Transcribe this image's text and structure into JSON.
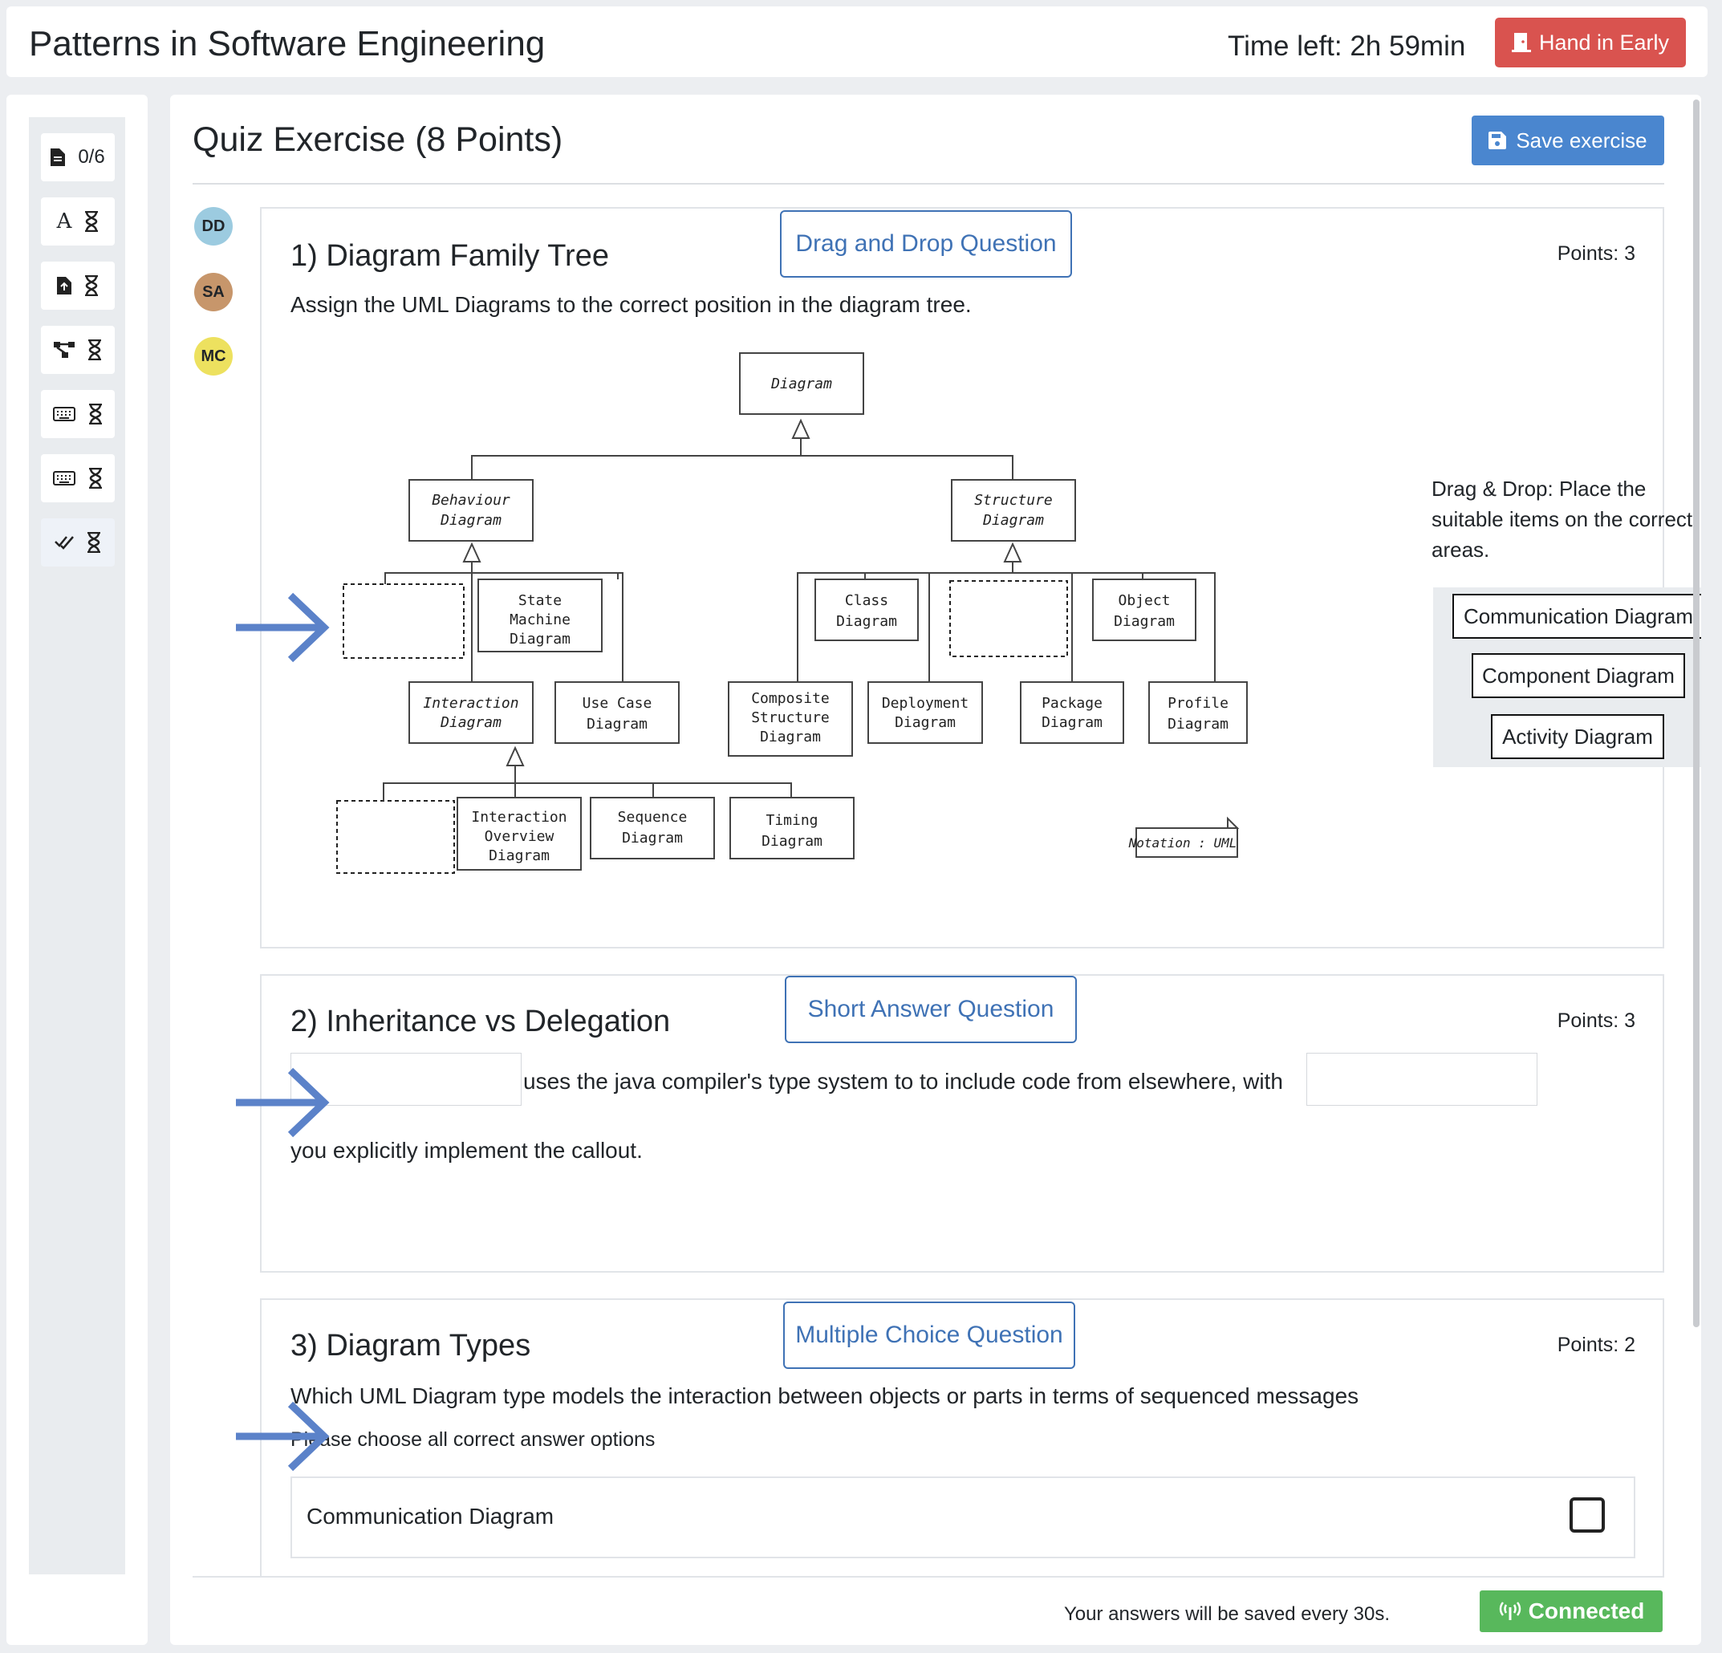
{
  "header": {
    "app_title": "Patterns in Software Engineering",
    "time_left": "Time left:  2h 59min",
    "hand_in_label": "Hand in Early"
  },
  "sidebar": {
    "progress": "0/6",
    "items": [
      {
        "icon": "font-icon",
        "status_icon": "hourglass-icon"
      },
      {
        "icon": "file-upload-icon",
        "status_icon": "hourglass-icon"
      },
      {
        "icon": "diagram-icon",
        "status_icon": "hourglass-icon"
      },
      {
        "icon": "keyboard-icon",
        "status_icon": "hourglass-icon"
      },
      {
        "icon": "keyboard-icon",
        "status_icon": "hourglass-icon"
      },
      {
        "icon": "check-double-icon",
        "status_icon": "hourglass-icon"
      }
    ],
    "collapse_label": "»"
  },
  "main": {
    "title": "Quiz Exercise (8 Points)",
    "save_label": "Save exercise",
    "avatars": [
      {
        "initials": "DD",
        "color": "#9ccbe0"
      },
      {
        "initials": "SA",
        "color": "#c7966b"
      },
      {
        "initials": "MC",
        "color": "#ede15f"
      }
    ]
  },
  "questions": [
    {
      "type_label": "Drag and Drop Question",
      "title": "1) Diagram Family Tree",
      "points": "Points: 3",
      "text": "Assign the UML Diagrams to the correct position in the diagram tree.",
      "drag_hint": "Drag & Drop: Place the suitable items on the correct areas.",
      "drag_items": [
        "Communication Diagram",
        "Component Diagram",
        "Activity Diagram"
      ],
      "diagram": {
        "root": "Diagram",
        "behaviour": [
          "Behaviour",
          "Diagram"
        ],
        "structure": [
          "Structure",
          "Diagram"
        ],
        "state_machine": [
          "State",
          "Machine",
          "Diagram"
        ],
        "interaction": [
          "Interaction",
          "Diagram"
        ],
        "use_case": [
          "Use Case",
          "Diagram"
        ],
        "class": [
          "Class",
          "Diagram"
        ],
        "object": [
          "Object",
          "Diagram"
        ],
        "composite": [
          "Composite",
          "Structure",
          "Diagram"
        ],
        "deployment": [
          "Deployment",
          "Diagram"
        ],
        "package": [
          "Package",
          "Diagram"
        ],
        "profile": [
          "Profile",
          "Diagram"
        ],
        "interaction_overview": [
          "Interaction",
          "Overview",
          "Diagram"
        ],
        "sequence": [
          "Sequence",
          "Diagram"
        ],
        "timing": [
          "Timing",
          "Diagram"
        ],
        "notation": "Notation : UML"
      }
    },
    {
      "type_label": "Short Answer Question",
      "title": "2) Inheritance vs Delegation",
      "points": "Points: 3",
      "text_mid": "uses the java compiler's type system to to include code from elsewhere, with",
      "text_end": "you explicitly implement the callout."
    },
    {
      "type_label": "Multiple Choice Question",
      "title": "3) Diagram Types",
      "points": "Points: 2",
      "text": "Which UML Diagram type models the interaction between objects or parts in terms of sequenced messages",
      "instruction": "Please choose all correct answer options",
      "options": [
        "Communication Diagram"
      ]
    }
  ],
  "footer": {
    "save_message": "Your answers will be saved every 30s.",
    "status_label": "Connected",
    "status_color": "#58b85c"
  }
}
